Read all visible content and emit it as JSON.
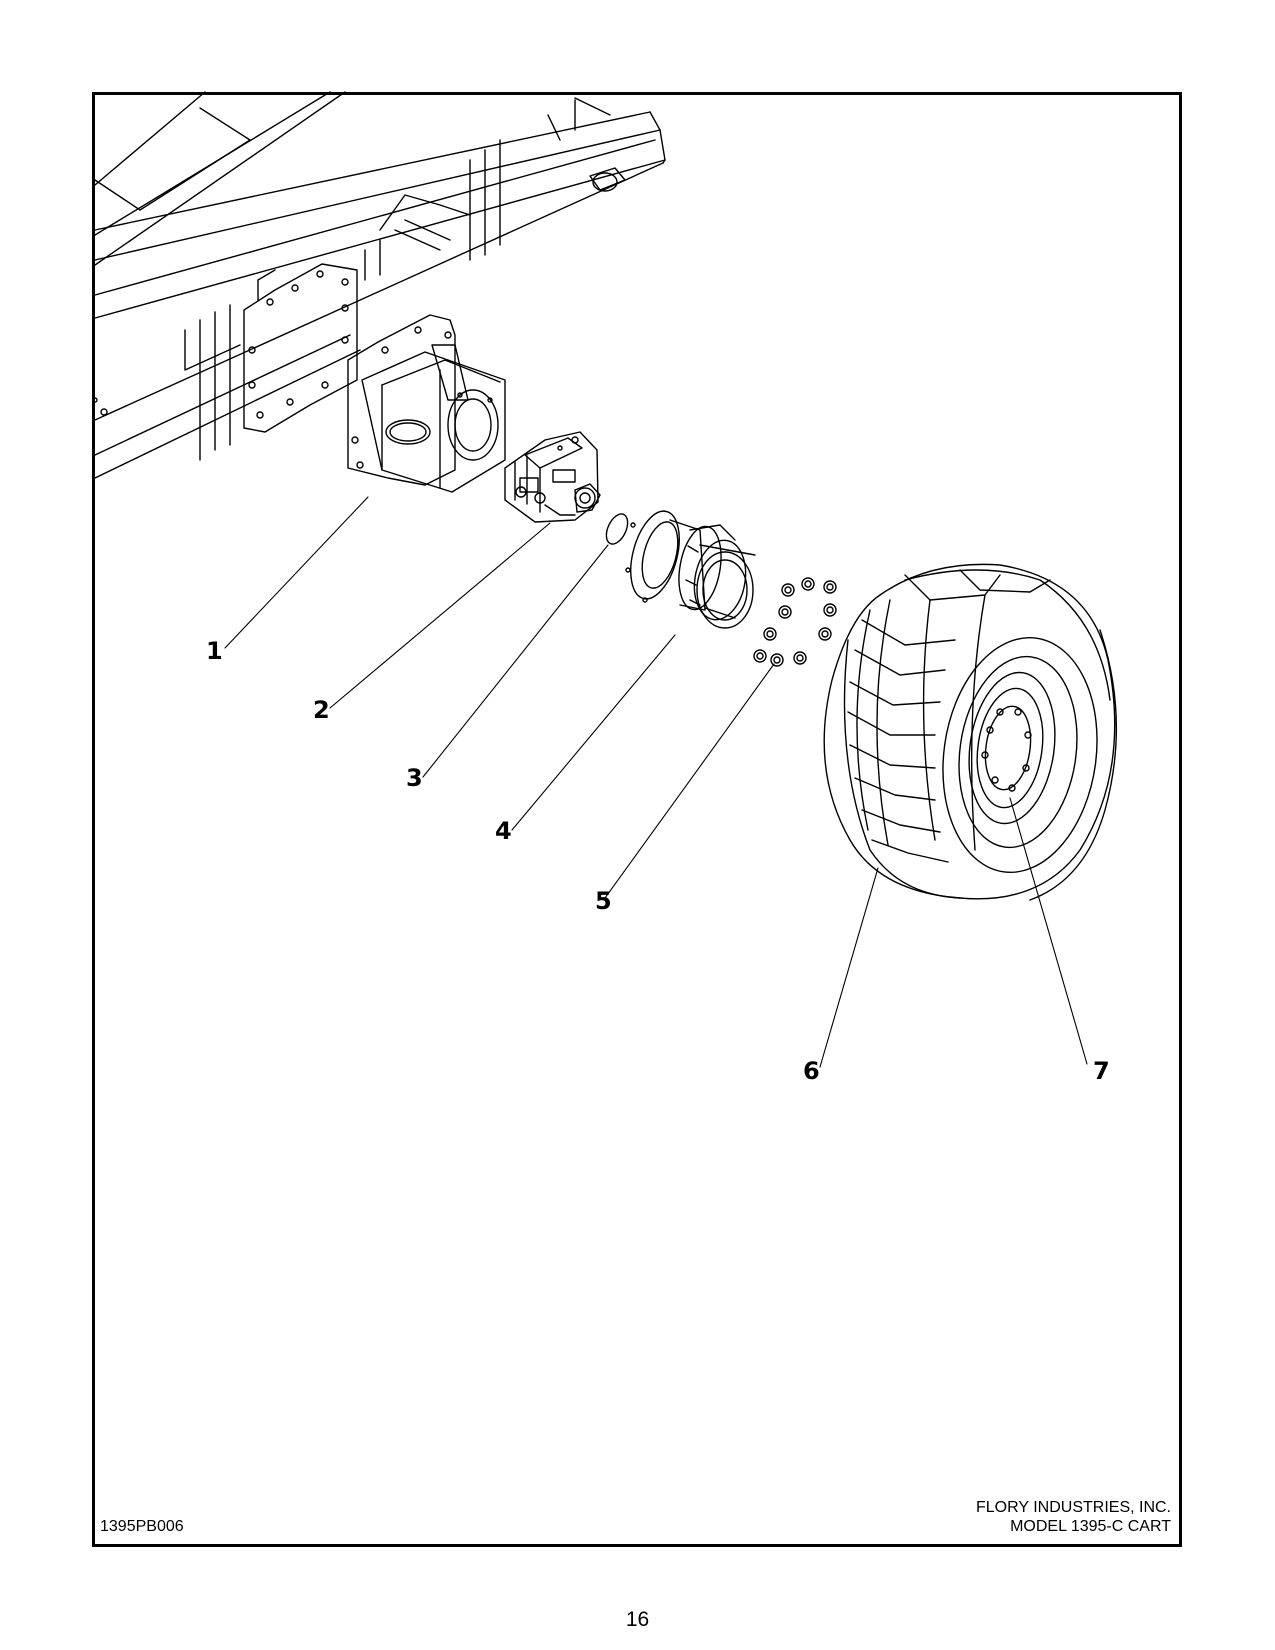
{
  "callouts": [
    "1",
    "2",
    "3",
    "4",
    "5",
    "6",
    "7"
  ],
  "drawing_number": "1395PB006",
  "title_block": {
    "company": "FLORY INDUSTRIES, INC.",
    "model": "MODEL 1395-C CART"
  },
  "page_number": "16"
}
